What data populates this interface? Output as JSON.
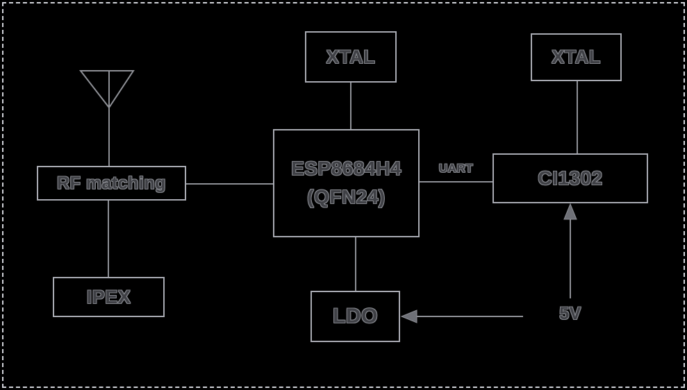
{
  "diagram": {
    "type": "hardware-block-diagram",
    "blocks": {
      "rf_matching": {
        "label": "RF matching"
      },
      "ipex": {
        "label": "IPEX"
      },
      "xtal_wifi": {
        "label": "XTAL"
      },
      "esp8684h4": {
        "line1": "ESP8684H4",
        "line2": "(QFN24)"
      },
      "xtal_voice": {
        "label": "XTAL"
      },
      "ci1302": {
        "label": "CI1302"
      },
      "ldo": {
        "label": "LDO"
      }
    },
    "labels": {
      "uart": "UART",
      "power": "5V"
    },
    "icons": {
      "antenna": "antenna-icon",
      "arrow_into_ldo": "arrow-left-icon",
      "arrow_into_ci1302": "arrow-up-icon"
    },
    "colors": {
      "background": "#000000",
      "frame_dash": "#d2d4da",
      "box_border": "#a9abb3",
      "connector": "#8f9197",
      "arrow_fill": "#6e7077",
      "text_fill": "#3f4045",
      "text_outline": "#84868c"
    }
  }
}
